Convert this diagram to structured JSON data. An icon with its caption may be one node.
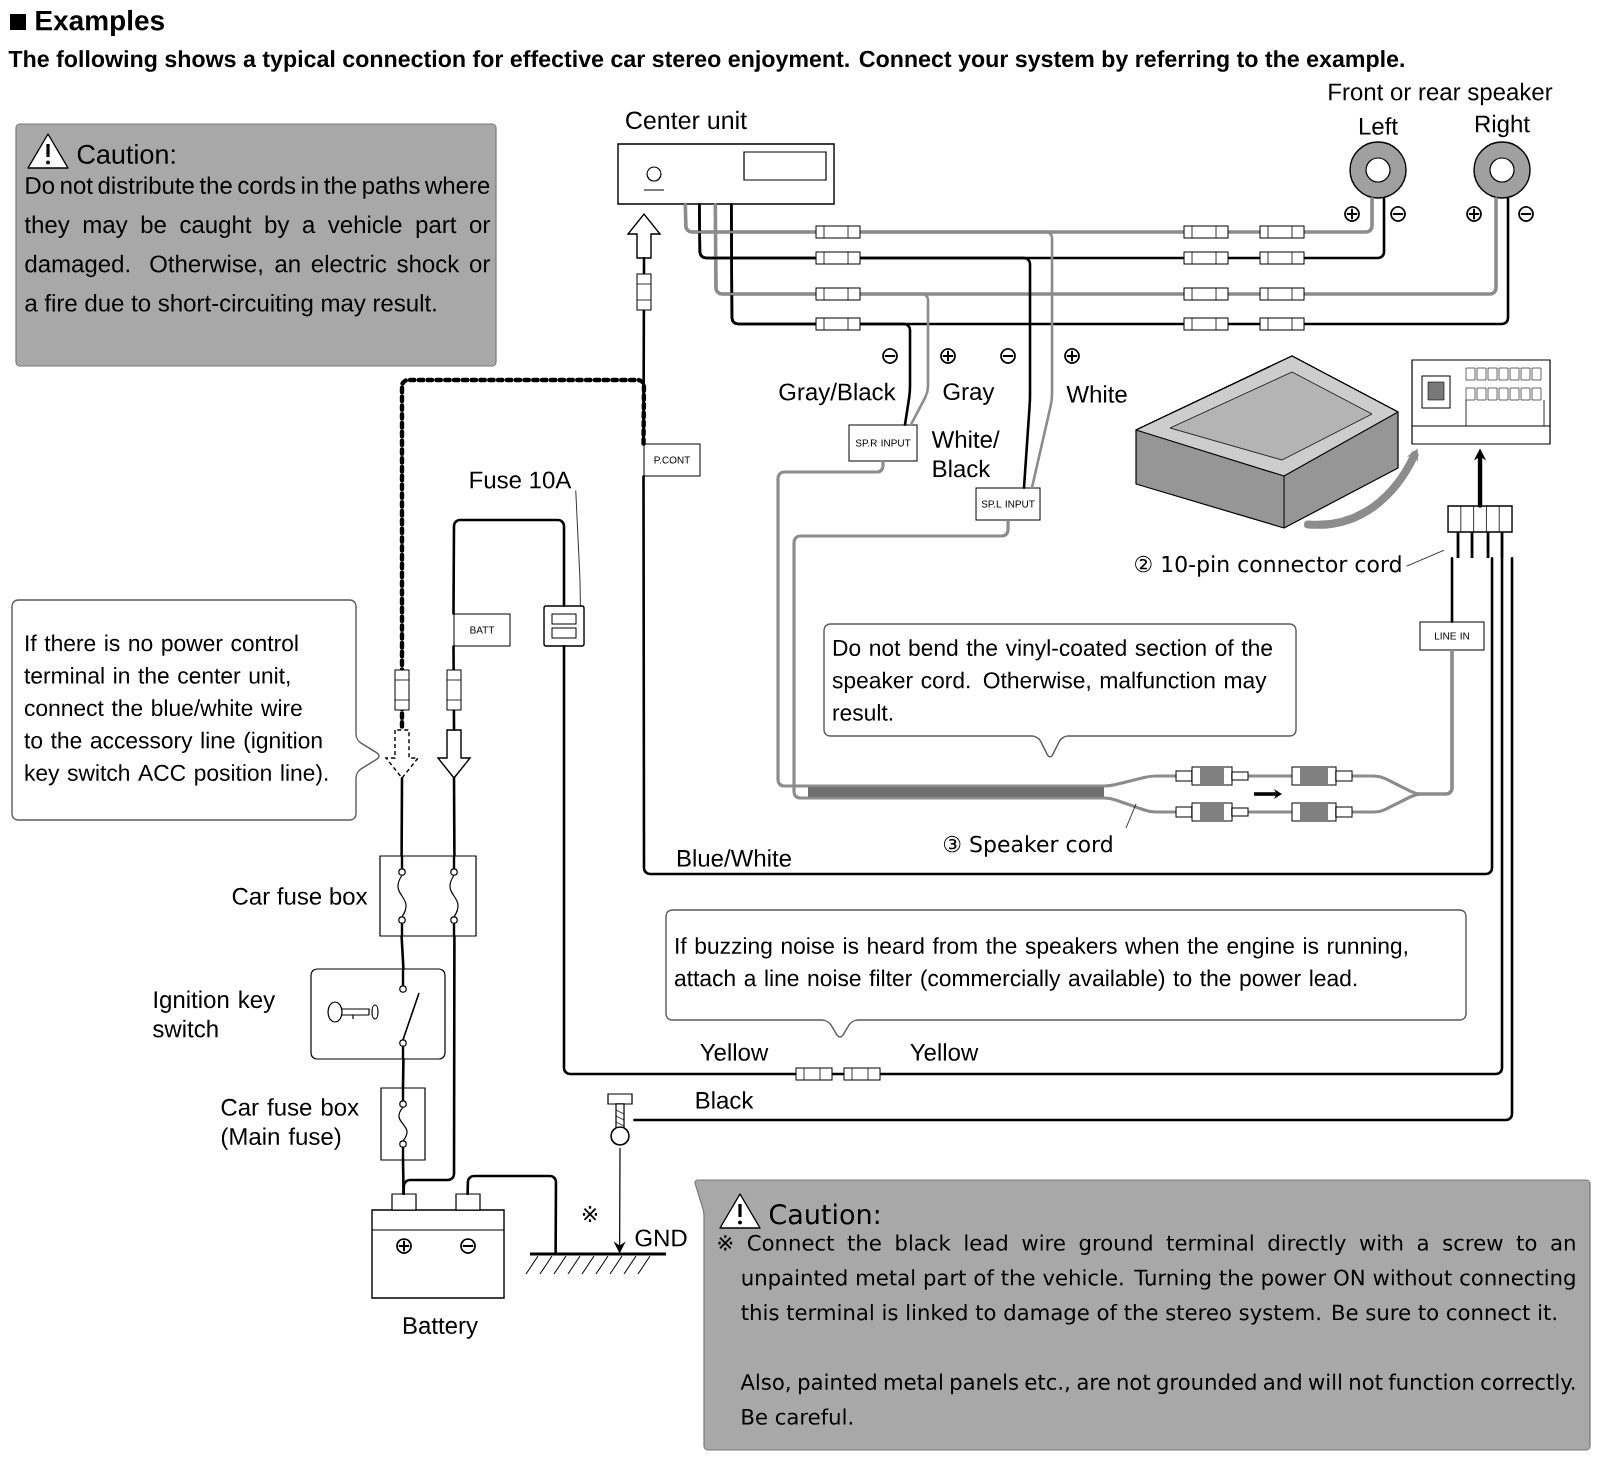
{
  "diagram": {
    "title": "Examples",
    "nodes": [
      {
        "text": [
          "Caution:",
          "Do not distribute the cords in the paths where they may be caught by a vehicle part or damaged. Otherwise, an electric shock or a fire due to short-circuiting may result."
        ]
      },
      {
        "text": [
          "Center unit"
        ]
      },
      {
        "text": [
          "Left"
        ]
      },
      {
        "text": [
          "Right"
        ]
      },
      {
        "text": [],
        "shape": "arrow"
      },
      {
        "text": [
          "P.CONT"
        ]
      },
      {
        "text": [
          "SP.R INPUT"
        ]
      },
      {
        "text": [
          "SP.L INPUT"
        ]
      },
      {
        "text": [],
        "shape": "picture"
      },
      {
        "text": [],
        "shape": "picture"
      },
      {
        "text": [],
        "shape": "box"
      },
      {
        "text": [
          "BATT"
        ]
      },
      {
        "text": [],
        "shape": "picture"
      },
      {
        "text": [
          "If there is no power control terminal in the center unit, connect the blue/white wire to the accessory line (ignition key switch ACC position line)."
        ]
      },
      {
        "text": [],
        "shape": "arrow"
      },
      {
        "text": [],
        "shape": "arrow"
      },
      {
        "text": [
          "LINE IN"
        ]
      },
      {
        "text": [
          "Do not bend the vinyl-coated section of the speaker cord. Otherwise, malfunction may result."
        ]
      },
      {
        "text": [],
        "shape": "box",
        "beside": [
          "Car fuse box"
        ]
      },
      {
        "text": [
          "If buzzing noise is heard from the speakers when the engine is running, attach a line noise filter (commercially available) to the power lead."
        ]
      },
      {
        "text": [],
        "shape": "box",
        "beside": [
          "Ignition key switch"
        ]
      },
      {
        "text": [],
        "shape": "box",
        "beside": [
          "Car fuse box (Main fuse)"
        ]
      },
      {
        "text": [],
        "shape": "picture"
      },
      {
        "text": [],
        "shape": "box",
        "beside": [
          "Battery"
        ]
      },
      {
        "text": [],
        "shape": "ground",
        "beside": [
          "GND"
        ]
      },
      {
        "text": [
          "Caution:",
          "※ Connect the black lead wire ground terminal directly with a screw to an unpainted metal part of the vehicle. Turning the power ON without connecting this terminal is linked to damage of the stereo system. Be sure to connect it.",
          "Also, painted metal panels etc., are not grounded and will not function correctly. Be careful."
        ]
      },
      {
        "text": [
          "Fuse 10A"
        ]
      },
      {
        "text": [
          "② 10-pin connector cord"
        ]
      }
    ],
    "edges": [
      {
        "from": 1,
        "to": 2,
        "arrow": "none",
        "color": "#8c8c8c"
      },
      {
        "from": 1,
        "to": 2,
        "arrow": "none"
      },
      {
        "from": 1,
        "to": 3,
        "arrow": "none",
        "color": "#8c8c8c"
      },
      {
        "from": 1,
        "to": 3,
        "arrow": "none"
      },
      {
        "from": 1,
        "to": 6,
        "arrow": "none",
        "label": "Gray/Black"
      },
      {
        "from": 1,
        "to": 6,
        "arrow": "none",
        "label": "Gray",
        "color": "#8c8c8c"
      },
      {
        "from": 1,
        "to": 7,
        "arrow": "none",
        "label": "White/ Black"
      },
      {
        "from": 1,
        "to": 7,
        "arrow": "none",
        "label": "White",
        "color": "#8c8c8c"
      },
      {
        "from": 6,
        "to": 16,
        "arrow": "none",
        "label": "③ Speaker cord",
        "color": "#8c8c8c"
      },
      {
        "from": 7,
        "to": 16,
        "arrow": "none",
        "color": "#8c8c8c"
      },
      {
        "from": 16,
        "to": 12,
        "arrow": "none"
      },
      {
        "from": 12,
        "to": 9,
        "arrow": "to"
      },
      {
        "from": 8,
        "to": 9,
        "arrow": "to",
        "style": "thick",
        "color": "#8c8c8c"
      },
      {
        "from": 5,
        "to": 4,
        "arrow": "none"
      },
      {
        "from": 5,
        "to": 12,
        "arrow": "none",
        "label": "Blue/White"
      },
      {
        "from": 5,
        "to": 14,
        "arrow": "none",
        "style": "dashed"
      },
      {
        "from": 14,
        "to": 18,
        "arrow": "none"
      },
      {
        "from": 11,
        "to": 15,
        "arrow": "none"
      },
      {
        "from": 15,
        "to": 18,
        "arrow": "none"
      },
      {
        "from": 10,
        "to": 11,
        "arrow": "none"
      },
      {
        "from": 12,
        "to": 10,
        "arrow": "none",
        "label": "Yellow"
      },
      {
        "from": 12,
        "to": 22,
        "arrow": "none",
        "label": "Black"
      },
      {
        "from": 18,
        "to": 20,
        "arrow": "none"
      },
      {
        "from": 18,
        "to": 23,
        "arrow": "none"
      },
      {
        "from": 20,
        "to": 21,
        "arrow": "none"
      },
      {
        "from": 21,
        "to": 23,
        "arrow": "none"
      },
      {
        "from": 23,
        "to": 24,
        "arrow": "none"
      },
      {
        "from": 22,
        "to": 24,
        "arrow": "to"
      },
      {
        "from": 26,
        "to": 10,
        "arrow": "none"
      },
      {
        "from": 27,
        "to": 12,
        "arrow": "none"
      }
    ],
    "labels": [
      "The following shows a typical connection for effective car stereo enjoyment. Connect your system by referring to the example.",
      "Front or rear speaker",
      "⊕",
      "⊖",
      "⊕",
      "⊖",
      "⊖",
      "⊕",
      "⊖",
      "⊕",
      "Yellow",
      "※",
      "⊕",
      "⊖"
    ]
  }
}
